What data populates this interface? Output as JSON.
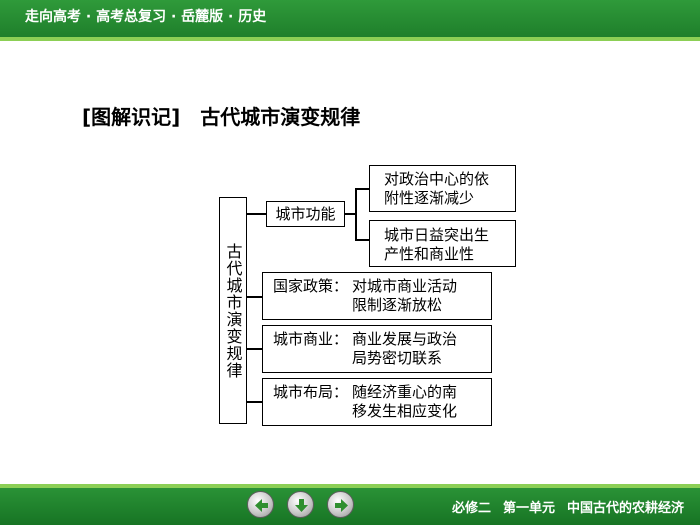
{
  "header": {
    "text": "走向高考 · 高考总复习 · 岳麓版 · 历史"
  },
  "title": {
    "tag": "[图解识记]",
    "text": "古代城市演变规律"
  },
  "diagram": {
    "root": "古代城市演变规律",
    "function_node": {
      "label": "城市功能",
      "children": [
        {
          "line1": "对政治中心的依",
          "line2": "附性逐渐减少"
        },
        {
          "line1": "城市日益突出生",
          "line2": "产性和商业性"
        }
      ]
    },
    "rows": [
      {
        "label": "国家政策：",
        "line1": "对城市商业活动",
        "line2": "限制逐渐放松"
      },
      {
        "label": "城市商业：",
        "line1": "商业发展与政治",
        "line2": "局势密切联系"
      },
      {
        "label": "城市布局：",
        "line1": "随经济重心的南",
        "line2": "移发生相应变化"
      }
    ]
  },
  "footer": {
    "course": "必修二",
    "unit": "第一单元",
    "unit_title": "中国古代的农耕经济",
    "nav": [
      "prev-arrow-icon",
      "down-arrow-icon",
      "next-arrow-icon"
    ]
  }
}
